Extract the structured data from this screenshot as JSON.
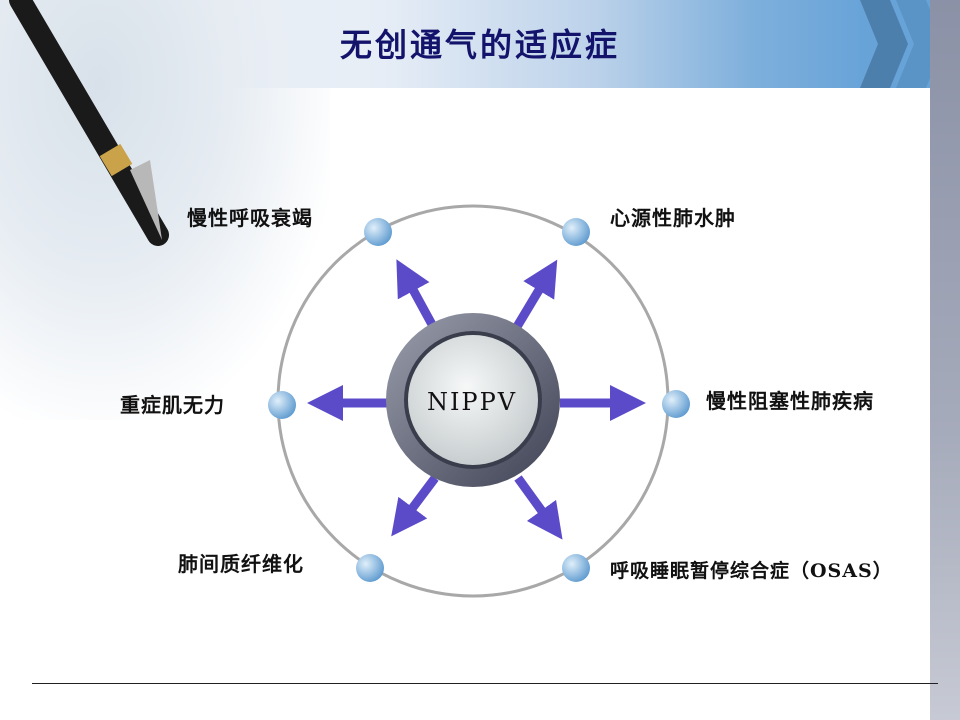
{
  "title": "无创通气的适应症",
  "center": "NIPPV",
  "nodes": {
    "top_left": "慢性呼吸衰竭",
    "top_right": "心源性肺水肿",
    "left": "重症肌无力",
    "right": "慢性阻塞性肺疾病",
    "bottom_left": "肺间质纤维化",
    "bottom_right": "呼吸睡眠暂停综合症（OSAS）"
  },
  "colors": {
    "title": "#13136b",
    "arrow": "#5b4bc9",
    "node": "#7fb0dc"
  }
}
